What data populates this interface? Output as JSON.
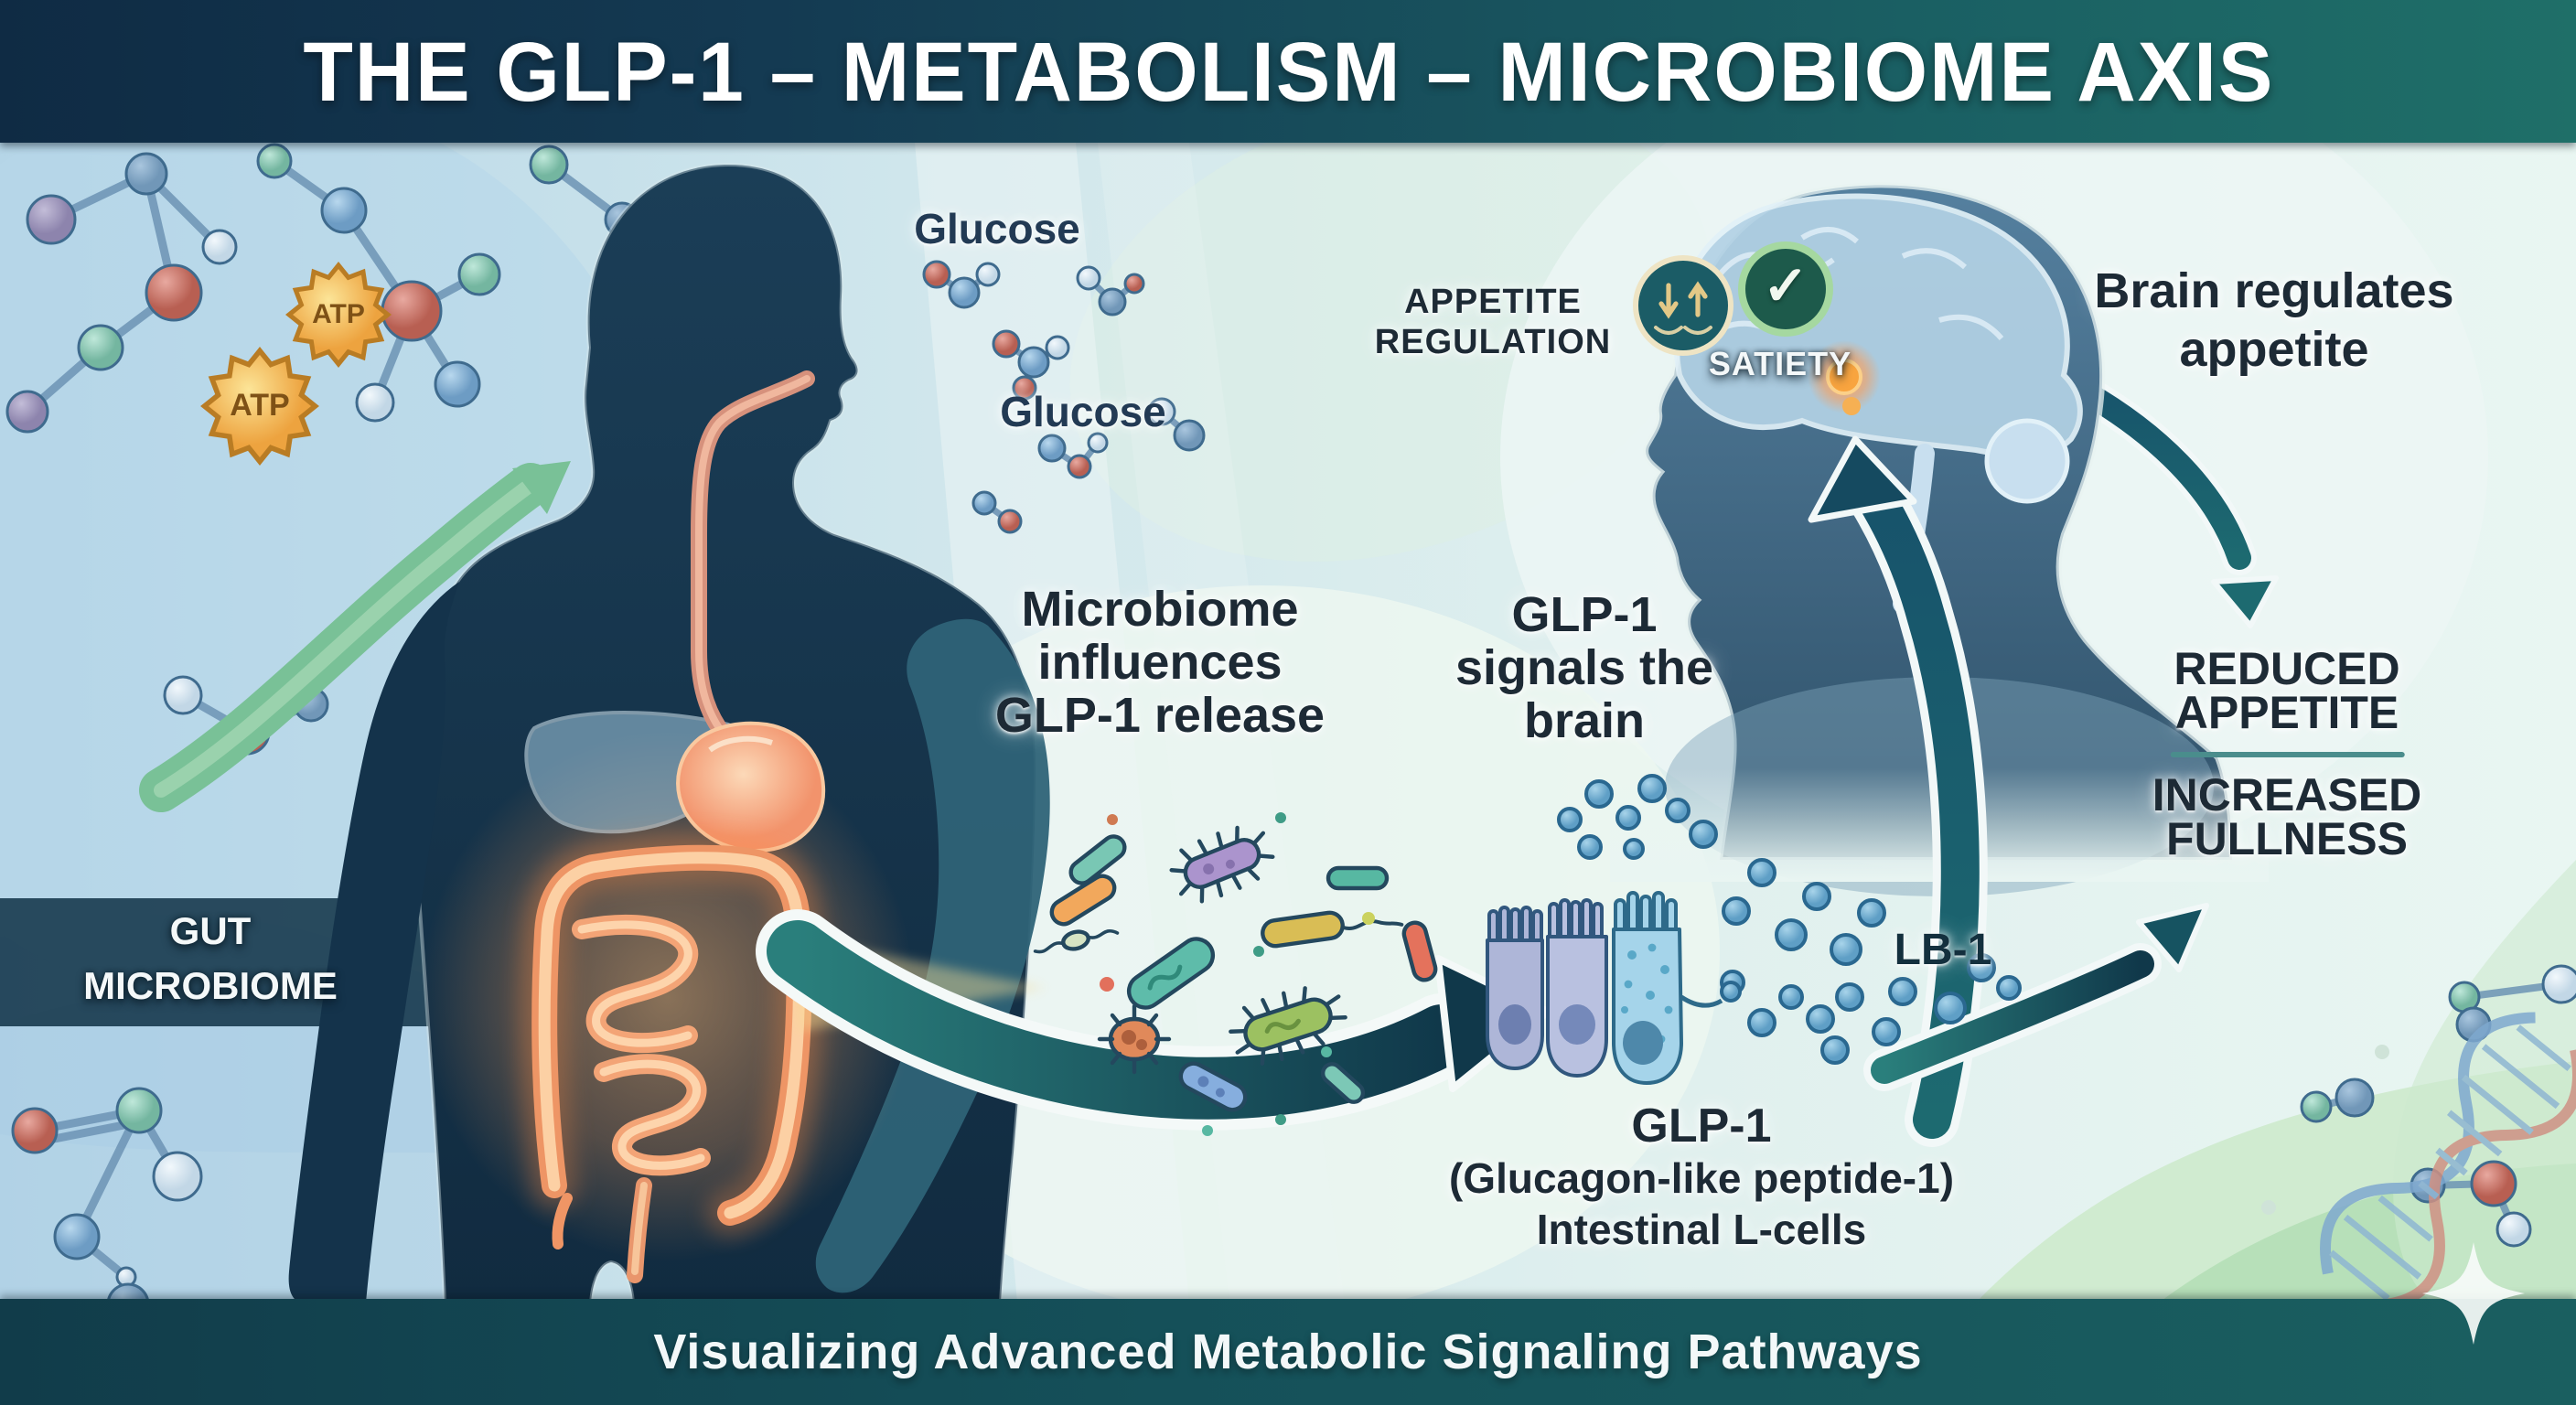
{
  "header": {
    "title": "THE GLP-1 – METABOLISM – MICROBIOME AXIS"
  },
  "footer": {
    "subtitle": "Visualizing Advanced Metabolic Signaling Pathways"
  },
  "body_panel": {
    "atp1": "ATP",
    "atp2": "ATP",
    "glucose1": "Glucose",
    "glucose2": "Glucose",
    "gut_line1": "GUT",
    "gut_line2": "MICROBIOME"
  },
  "pathway": {
    "microbiome_line1": "Microbiome",
    "microbiome_line2": "influences",
    "microbiome_line3": "GLP-1 release",
    "signals_line1": "GLP-1",
    "signals_line2": "signals the",
    "signals_line3": "brain",
    "dots_label": "LB-1",
    "lcell_line1": "GLP-1",
    "lcell_line2": "(Glucagon-like peptide-1)",
    "lcell_line3": "Intestinal L-cells"
  },
  "brain_panel": {
    "appetite_line1": "APPETITE",
    "appetite_line2": "REGULATION",
    "satiety": "SATIETY",
    "check_icon": "✓",
    "regulates_line1": "Brain regulates",
    "regulates_line2": "appetite",
    "outcome1_line1": "REDUCED",
    "outcome1_line2": "APPETITE",
    "outcome2_line1": "INCREASED",
    "outcome2_line2": "FULLNESS"
  },
  "colors": {
    "header_gradient_left": "#0f2b44",
    "header_gradient_right": "#1f6f68",
    "footer_bg": "#155059",
    "banner_bg": "#0e3044",
    "teal_arrow": "#123e51",
    "green_arrow": "#79c197",
    "atp_gold": "#eda33f",
    "glow_orange": "#ff9a50",
    "body_silhouette": "#16344c",
    "head_silhouette": "#45708f",
    "brain_fill": "#b3d2e5",
    "dot_blue": "#7db8da",
    "text_dark": "#1d2a35",
    "text_light": "#ffffff"
  }
}
